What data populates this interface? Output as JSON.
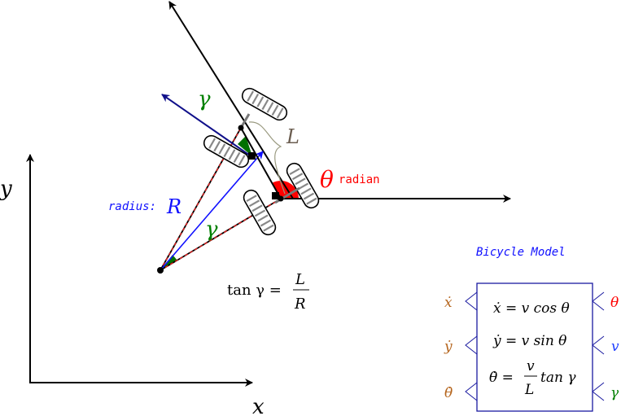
{
  "axes": {
    "x_label": "x",
    "y_label": "y"
  },
  "labels": {
    "gamma_front": "γ",
    "gamma_icr": "γ",
    "wheelbase": "L",
    "theta": "θ",
    "theta_unit": "radian",
    "radius_prefix": "radius:",
    "radius": "R",
    "tan_lhs": "tan γ =",
    "tan_num": "L",
    "tan_den": "R"
  },
  "model": {
    "title": "Bicycle Model",
    "eq1": "ẋ = v cos θ",
    "eq2": "ẏ = v sin θ",
    "eq3_lhs": "θ̇ =",
    "eq3_num": "v",
    "eq3_den": "L",
    "eq3_rhs": "tan γ",
    "outputs": [
      "ẋ",
      "ẏ",
      "θ̇"
    ],
    "inputs": [
      "θ",
      "v",
      "γ"
    ]
  },
  "colors": {
    "output": "#b5651d",
    "theta": "#ff0000",
    "v": "#2040ff",
    "gamma": "#008000",
    "box": "#1a1aa0"
  }
}
